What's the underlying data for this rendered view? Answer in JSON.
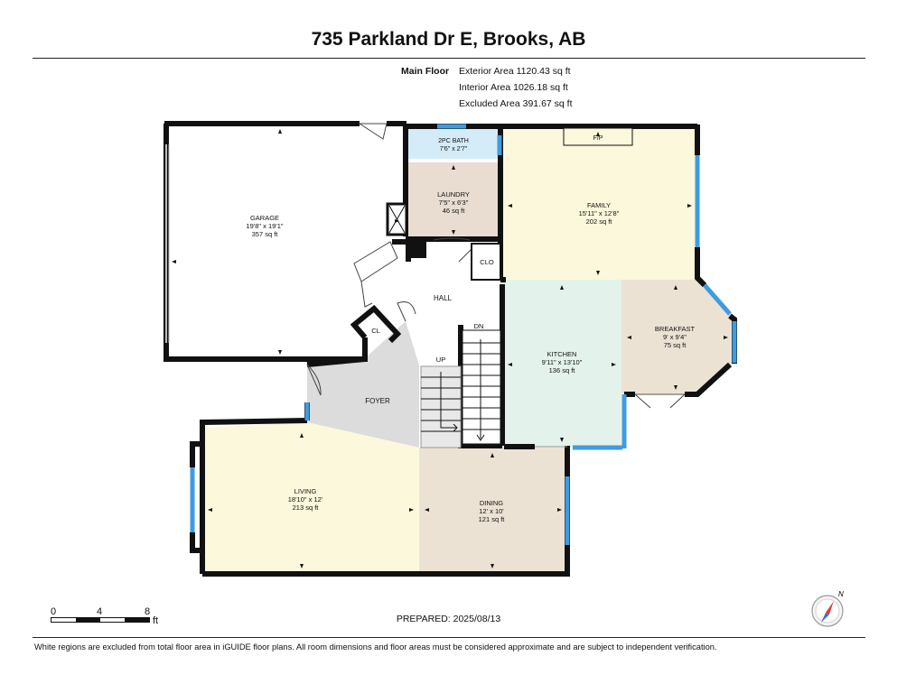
{
  "title": "735 Parkland Dr E, Brooks, AB",
  "floor": {
    "label": "Main Floor",
    "exterior_area": "Exterior Area 1120.43 sq ft",
    "interior_area": "Interior Area 1026.18 sq ft",
    "excluded_area": "Excluded Area 391.67 sq ft"
  },
  "rooms": {
    "garage": {
      "name": "GARAGE",
      "dims": "19'8\" x 19'1\"",
      "area": "357 sq ft"
    },
    "bath": {
      "name": "2PC BATH",
      "dims": "7'6\" x 2'7\""
    },
    "laundry": {
      "name": "LAUNDRY",
      "dims": "7'5\" x 6'3\"",
      "area": "46 sq ft"
    },
    "family": {
      "name": "FAMILY",
      "dims": "15'11\" x 12'8\"",
      "area": "202 sq ft"
    },
    "hall": {
      "name": "HALL"
    },
    "closet": {
      "name": "CLO"
    },
    "cl": {
      "name": "CL"
    },
    "kitchen": {
      "name": "KITCHEN",
      "dims": "9'11\" x 13'10\"",
      "area": "136 sq ft"
    },
    "breakfast": {
      "name": "BREAKFAST",
      "dims": "9' x 9'4\"",
      "area": "75 sq ft"
    },
    "foyer": {
      "name": "FOYER"
    },
    "living": {
      "name": "LIVING",
      "dims": "18'10\" x 12'",
      "area": "213 sq ft"
    },
    "dining": {
      "name": "DINING",
      "dims": "12' x 10'",
      "area": "121 sq ft"
    }
  },
  "labels": {
    "fireplace": "F/P",
    "stairs_up": "UP",
    "stairs_down": "DN"
  },
  "scale": {
    "ticks": [
      "0",
      "4",
      "8"
    ],
    "unit": "ft"
  },
  "prepared": "PREPARED: 2025/08/13",
  "compass": {
    "label": "N"
  },
  "disclaimer": "White regions are excluded from total floor area in iGUIDE floor plans. All room dimensions and floor areas must be considered approximate and are subject to independent verification.",
  "colors": {
    "wall": "#111111",
    "window": "#3f9be0",
    "bath": "#d3ecf8",
    "laundry": "#e8ddd0",
    "family": "#fbf8dc",
    "kitchen": "#e4f2ec",
    "breakfast": "#ece2d4",
    "foyer": "#dcdcdc",
    "living": "#fbf8dc",
    "dining": "#ece2d4",
    "compass_red": "#e53935"
  }
}
